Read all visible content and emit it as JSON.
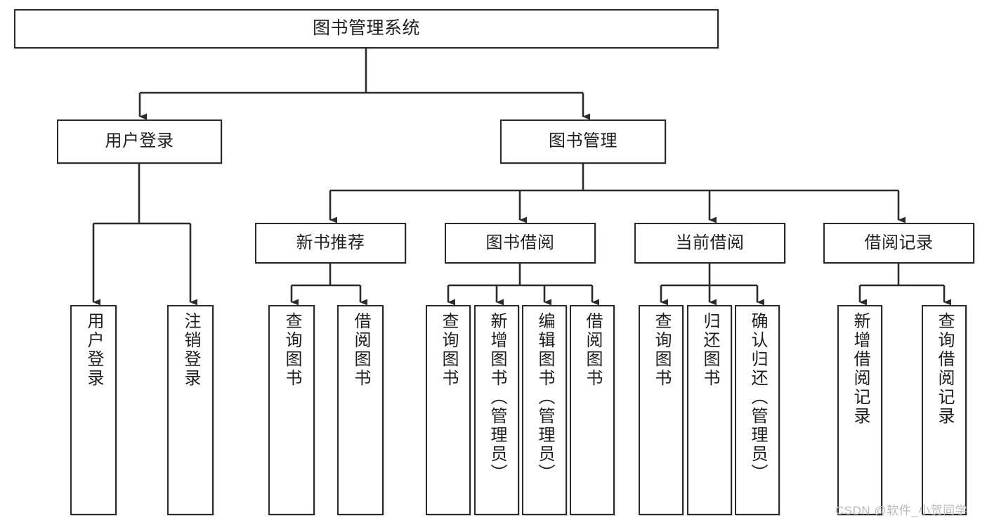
{
  "diagram": {
    "title": "图书管理系统",
    "type": "tree",
    "watermark": "CSDN @软件_小贺同学",
    "colors": {
      "background": "#ffffff",
      "node_border": "#2b2b2b",
      "node_fill": "#ffffff",
      "text": "#1d1d1d",
      "edge": "#2b2b2b",
      "watermark": "#b9b9b9"
    },
    "levels": {
      "root": {
        "label": "图书管理系统"
      },
      "level2": [
        {
          "id": "user-login",
          "label": "用户登录"
        },
        {
          "id": "book-manage",
          "label": "图书管理"
        }
      ],
      "level3": [
        {
          "id": "new-book-recommend",
          "label": "新书推荐",
          "parent": "book-manage"
        },
        {
          "id": "book-borrow",
          "label": "图书借阅",
          "parent": "book-manage"
        },
        {
          "id": "current-borrow",
          "label": "当前借阅",
          "parent": "book-manage"
        },
        {
          "id": "borrow-record",
          "label": "借阅记录",
          "parent": "book-manage"
        }
      ],
      "leaves": [
        {
          "id": "leaf-user-login",
          "label": "用户登录",
          "parent": "user-login"
        },
        {
          "id": "leaf-user-logout",
          "label": "注销登录",
          "parent": "user-login"
        },
        {
          "id": "leaf-query-book-1",
          "label": "查询图书",
          "parent": "new-book-recommend"
        },
        {
          "id": "leaf-borrow-book-1",
          "label": "借阅图书",
          "parent": "new-book-recommend"
        },
        {
          "id": "leaf-query-book-2",
          "label": "查询图书",
          "parent": "book-borrow"
        },
        {
          "id": "leaf-add-book",
          "label": "新增图书（管理员）",
          "parent": "book-borrow"
        },
        {
          "id": "leaf-edit-book",
          "label": "编辑图书（管理员）",
          "parent": "book-borrow"
        },
        {
          "id": "leaf-borrow-book-2",
          "label": "借阅图书",
          "parent": "book-borrow"
        },
        {
          "id": "leaf-query-book-3",
          "label": "查询图书",
          "parent": "current-borrow"
        },
        {
          "id": "leaf-return-book",
          "label": "归还图书",
          "parent": "current-borrow"
        },
        {
          "id": "leaf-confirm-return",
          "label": "确认归还（管理员）",
          "parent": "current-borrow"
        },
        {
          "id": "leaf-add-record",
          "label": "新增借阅记录",
          "parent": "borrow-record"
        },
        {
          "id": "leaf-query-record",
          "label": "查询借阅记录",
          "parent": "borrow-record"
        }
      ]
    }
  }
}
